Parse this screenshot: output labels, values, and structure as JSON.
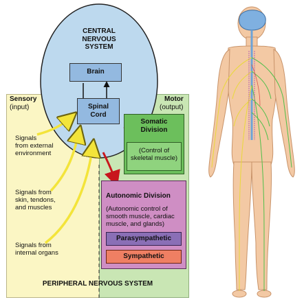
{
  "cns": {
    "title_line1": "CENTRAL",
    "title_line2": "NERVOUS",
    "title_line3": "SYSTEM",
    "brain": "Brain",
    "spinal_line1": "Spinal",
    "spinal_line2": "Cord"
  },
  "sensory": {
    "title": "Sensory",
    "subtitle": "(input)",
    "items": [
      {
        "l1": "Signals",
        "l2": "from external",
        "l3": "environment"
      },
      {
        "l1": "Signals from",
        "l2": "skin, tendons,",
        "l3": "and muscles"
      },
      {
        "l1": "Signals from",
        "l2": "internal organs",
        "l3": ""
      }
    ]
  },
  "motor": {
    "title": "Motor",
    "subtitle": "(output)"
  },
  "somatic": {
    "title_line1": "Somatic",
    "title_line2": "Division",
    "desc_line1": "(Control of",
    "desc_line2": "skeletal muscle)"
  },
  "autonomic": {
    "title": "Autonomic Division",
    "desc_line1": "(Autonomic control of",
    "desc_line2": "smooth muscle, cardiac",
    "desc_line3": "muscle, and glands)",
    "parasympathetic": "Parasympathetic",
    "sympathetic": "Sympathetic"
  },
  "pns_label": "PERIPHERAL NERVOUS SYSTEM",
  "colors": {
    "sensory_bg": "#fbf6c4",
    "motor_bg": "#c9e6b4",
    "cns_bg": "#bdd9ee",
    "somatic_bg": "#6cbf5c",
    "autonomic_bg": "#cf8ec4",
    "parasympathetic_bg": "#8a6fb6",
    "sympathetic_bg": "#ef7f63",
    "arrow_red": "#c8161d",
    "arrow_yellow": "#f3e43a"
  }
}
